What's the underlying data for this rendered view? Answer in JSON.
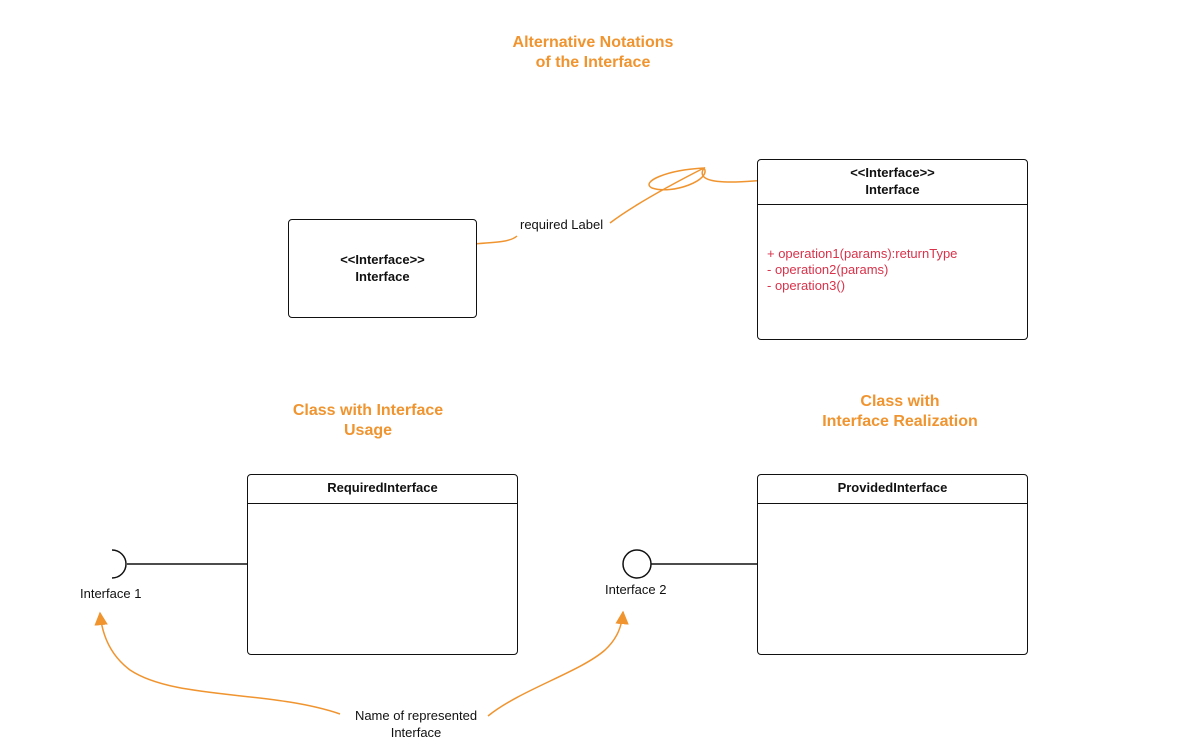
{
  "diagram": {
    "accent_color": "#f0942f",
    "operation_color": "#d9324a",
    "line_color": "#111111",
    "titles": {
      "alternative_notations": "Alternative Notations\nof the Interface",
      "interface_usage": "Class with Interface\nUsage",
      "interface_realization": "Class with\nInterface Realization"
    },
    "small_interface_box": {
      "stereotype": "<<Interface>>",
      "name": "Interface"
    },
    "detailed_interface_box": {
      "stereotype": "<<Interface>>",
      "name": "Interface",
      "operations": [
        "+ operation1(params):returnType",
        "- operation2(params)",
        "- operation3()"
      ]
    },
    "connector_label": "required Label",
    "required_class": {
      "name": "RequiredInterface",
      "interface_label": "Interface 1"
    },
    "provided_class": {
      "name": "ProvidedInterface",
      "interface_label": "Interface 2"
    },
    "annotation": "Name of represented\nInterface"
  }
}
